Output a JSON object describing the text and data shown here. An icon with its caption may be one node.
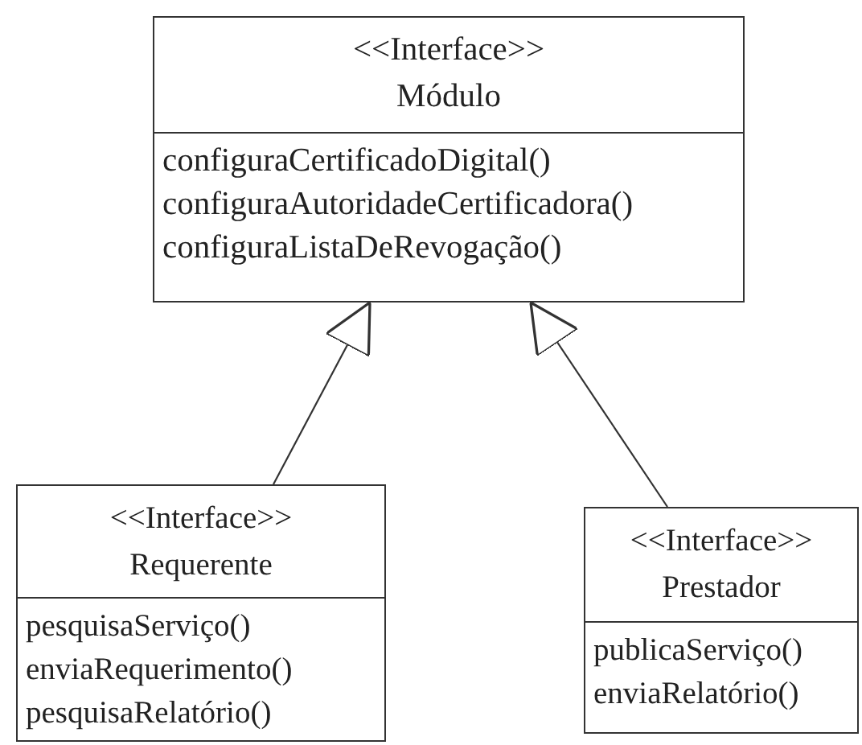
{
  "diagram": {
    "nodes": [
      {
        "text": [
          "<<Interface>>",
          "Módulo",
          "configuraCertificadoDigital()",
          "configuraAutoridadeCertificadora()",
          "configuraListaDeRevogação()"
        ]
      },
      {
        "text": [
          "<<Interface>>",
          "Requerente",
          "pesquisaServiço()",
          "enviaRequerimento()",
          "pesquisaRelatório()"
        ]
      },
      {
        "text": [
          "<<Interface>>",
          "Prestador",
          "publicaServiço()",
          "enviaRelatório()"
        ]
      }
    ],
    "edges": [
      {
        "from": 1,
        "to": 0,
        "arrow": "to"
      },
      {
        "from": 2,
        "to": 0,
        "arrow": "to"
      }
    ]
  }
}
